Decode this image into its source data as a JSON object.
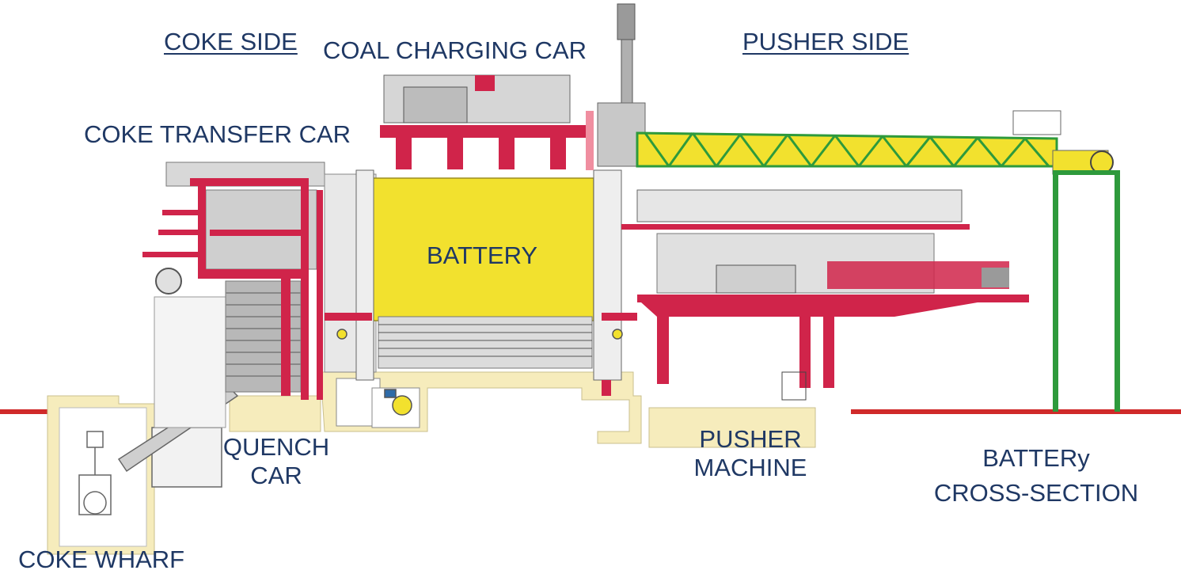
{
  "labels": {
    "coke_side": "COKE SIDE",
    "coal_charging_car": "COAL CHARGING CAR",
    "pusher_side": "PUSHER SIDE",
    "coke_transfer_car": "COKE TRANSFER CAR",
    "battery": "BATTERY",
    "quench_car_line1": "QUENCH",
    "quench_car_line2": "CAR",
    "pusher_machine_line1": "PUSHER",
    "pusher_machine_line2": "MACHINE",
    "cross_section_line1": "BATTERy",
    "cross_section_line2": "CROSS-SECTION",
    "coke_wharf": "COKE WHARF"
  },
  "colors": {
    "label_text": "#1f3864",
    "structure_red": "#d0244a",
    "battery_yellow": "#f2e12e",
    "conveyor_green": "#2e9a3c",
    "foundation_cream": "#f6ecbc",
    "machinery_gray": "#9a9a9a",
    "ground_line": "#d02a2a"
  }
}
